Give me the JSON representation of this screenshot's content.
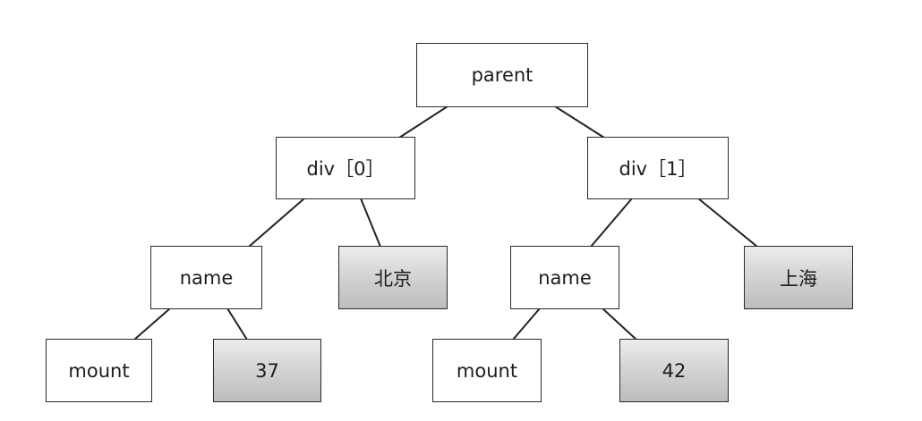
{
  "diagram": {
    "nodes": {
      "parent": "parent",
      "div0": "div［0］",
      "div1": "div［1］",
      "name0": "name",
      "beijing": "北京",
      "name1": "name",
      "shanghai": "上海",
      "mount0": "mount",
      "age0": "37",
      "mount1": "mount",
      "age1": "42"
    }
  }
}
